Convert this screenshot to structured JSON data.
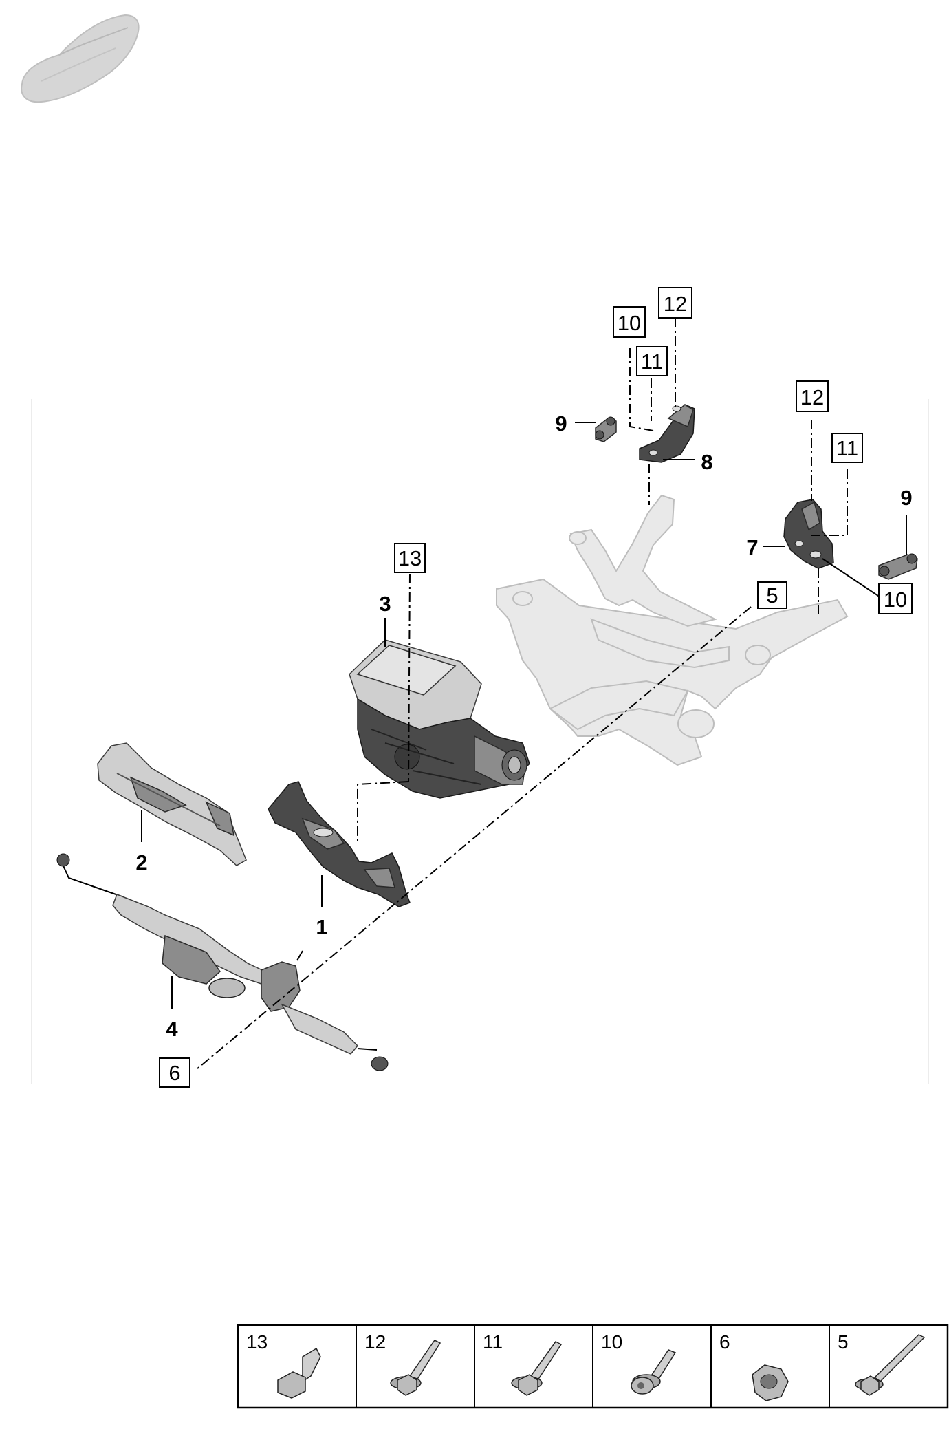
{
  "callouts": {
    "p1": "1",
    "p2": "2",
    "p3": "3",
    "p4": "4",
    "p7": "7",
    "p8": "8",
    "p9_left": "9",
    "p9_right": "9"
  },
  "boxed_callouts": {
    "b5": "5",
    "b6": "6",
    "b10_top": "10",
    "b10_right": "10",
    "b11_top": "11",
    "b11_right": "11",
    "b12_top": "12",
    "b12_right": "12",
    "b13": "13"
  },
  "fastener_table": [
    {
      "number": "13",
      "icon": "hex-bolt-short-icon"
    },
    {
      "number": "12",
      "icon": "flange-bolt-icon"
    },
    {
      "number": "11",
      "icon": "flange-bolt-icon"
    },
    {
      "number": "10",
      "icon": "torx-bolt-icon"
    },
    {
      "number": "6",
      "icon": "hex-nut-icon"
    },
    {
      "number": "5",
      "icon": "long-flange-bolt-icon"
    }
  ],
  "icons": {
    "vehicle": "car-silhouette-icon"
  }
}
